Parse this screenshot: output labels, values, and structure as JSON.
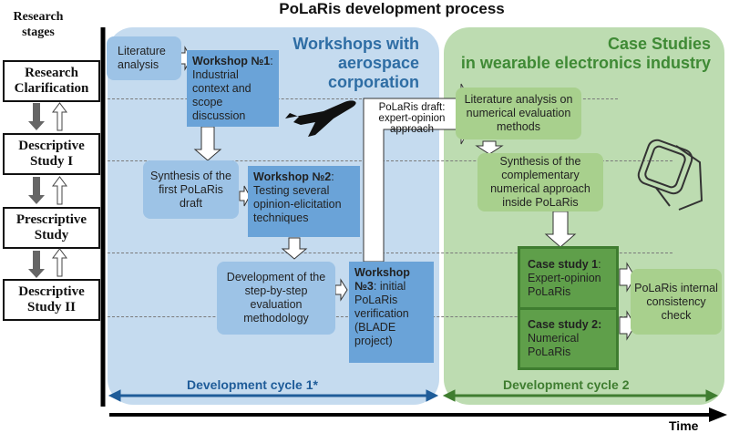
{
  "title": "PoLaRis development process",
  "stages_header": "Research stages",
  "stages": [
    "Research Clarification",
    "Descriptive Study I",
    "Prescriptive Study",
    "Descriptive Study II"
  ],
  "regions": {
    "workshops": {
      "title_line1": "Workshops with",
      "title_line2": "aerospace",
      "title_line3": "corporation",
      "color": "#c5dbef",
      "text_color": "#2e6da4"
    },
    "case_studies": {
      "title_line1": "Case Studies",
      "title_line2": "in wearable electronics industry",
      "color": "#bddcb1",
      "text_color": "#3f8a35"
    }
  },
  "blue_boxes": {
    "lit": "Literature analysis",
    "ws1_bold": "Workshop №1",
    "ws1_rest": ": Industrial context and scope discussion",
    "synth": "Synthesis of the first PoLaRis draft",
    "ws2_bold": "Workshop №2",
    "ws2_rest": ": Testing several opinion-elicitation techniques",
    "dev": "Development of the step-by-step evaluation methodology",
    "ws3_bold": "Workshop №3",
    "ws3_rest": ": initial PoLaRis verification (BLADE project)"
  },
  "draft_arrow_label": "PoLaRis draft: expert-opinion approach",
  "green_boxes": {
    "lit": "Literature analysis on numerical evaluation methods",
    "synth": "Synthesis of the complementary numerical approach inside PoLaRis",
    "cs1_bold": "Case study 1",
    "cs1_rest": ": Expert-opinion PoLaRis",
    "cs2_bold": "Case study 2:",
    "cs2_rest": "Numerical PoLaRis",
    "check": "PoLaRis internal consistency check"
  },
  "cycles": {
    "c1": "Development cycle 1*",
    "c2": "Development cycle  2",
    "c1_color": "#1f5c99",
    "c2_color": "#3f7d30"
  },
  "time_label": "Time",
  "icons": [
    "airplane-icon",
    "smartwatch-icon"
  ]
}
